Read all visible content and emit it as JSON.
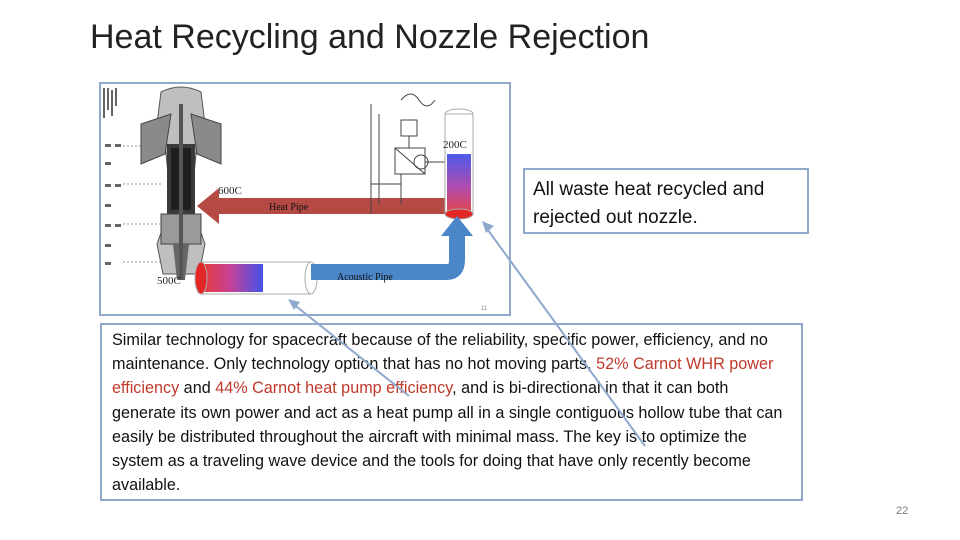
{
  "slide": {
    "title": "Heat Recycling and Nozzle Rejection",
    "page_number": "22"
  },
  "figure": {
    "label_600c": "600C",
    "label_200c": "200C",
    "label_500c": "500C",
    "heat_pipe": "Heat Pipe",
    "acoustic_pipe": "Acoustic Pipe",
    "figure_index": "11",
    "colors": {
      "hot": "#e32626",
      "cold": "#2c3fe6",
      "pipe_heat": "#b54a45",
      "pipe_acoustic": "#4a86c8"
    }
  },
  "callout": {
    "text": "All waste heat recycled and rejected out nozzle."
  },
  "description": {
    "part1": "Similar technology for spacecraft because of the reliability, specific power, efficiency, and no maintenance.  Only technology option that has no hot moving parts, ",
    "highlight1": "52% Carnot WHR power efficiency",
    "part2": " and ",
    "highlight2": "44% Carnot heat pump efficiency",
    "part3": ", and is bi-directional in that it can both generate its own power and act as a heat pump all in a single contiguous hollow tube that can easily be distributed throughout the aircraft with minimal mass.  The key is to optimize the system as a traveling wave device and the tools for doing that have only recently become available."
  }
}
